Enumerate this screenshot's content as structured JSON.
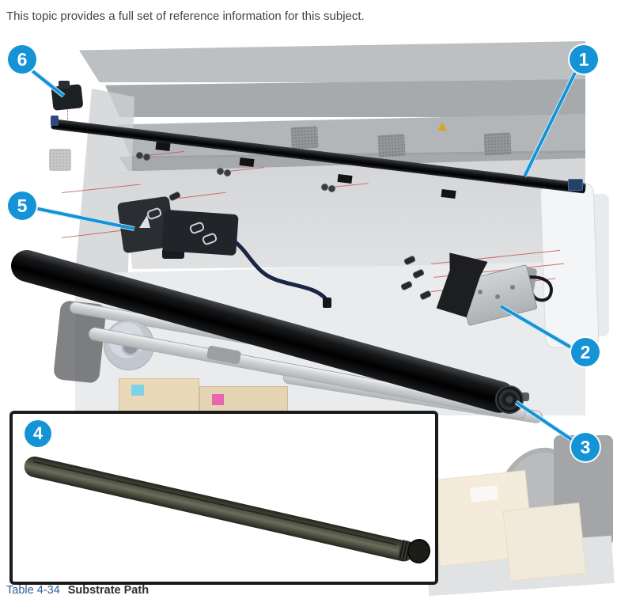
{
  "page": {
    "intro_text": "This topic provides a full set of reference information for this subject.",
    "caption": {
      "table_label": "Table 4-34",
      "table_title": "Substrate Path"
    }
  },
  "figure": {
    "callouts": [
      {
        "label": "1"
      },
      {
        "label": "2"
      },
      {
        "label": "3"
      },
      {
        "label": "4"
      },
      {
        "label": "5"
      },
      {
        "label": "6"
      }
    ],
    "colors": {
      "callout_blue": "#1494d6",
      "caption_blue": "#2d5e9c",
      "red_leader": "#c8504a",
      "roller_black": "#111214",
      "inset_roller_olive": "#565a49",
      "body_gray": "#c3c6c9",
      "ink_box_beige": "#e9d9b8"
    }
  }
}
